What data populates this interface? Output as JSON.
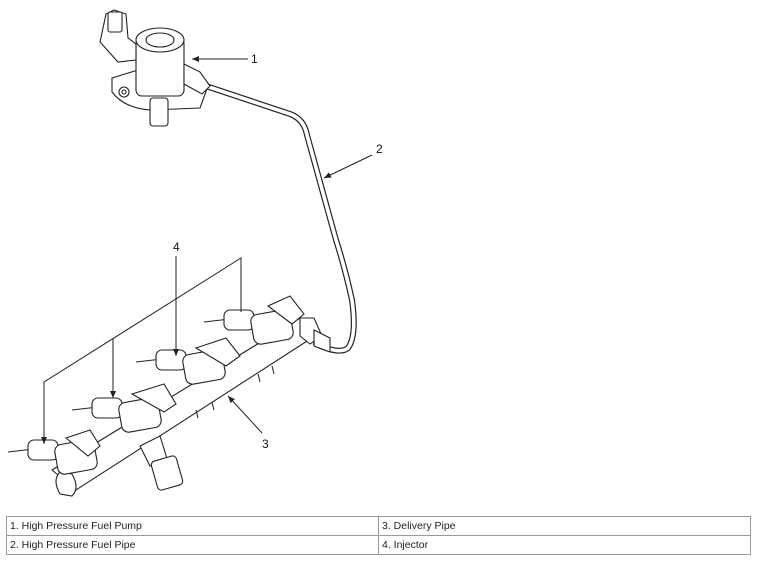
{
  "callouts": [
    "1",
    "2",
    "3",
    "4"
  ],
  "legend": [
    [
      "1. High Pressure Fuel Pump",
      "3. Delivery Pipe"
    ],
    [
      "2. High Pressure Fuel Pipe",
      "4. Injector"
    ]
  ]
}
